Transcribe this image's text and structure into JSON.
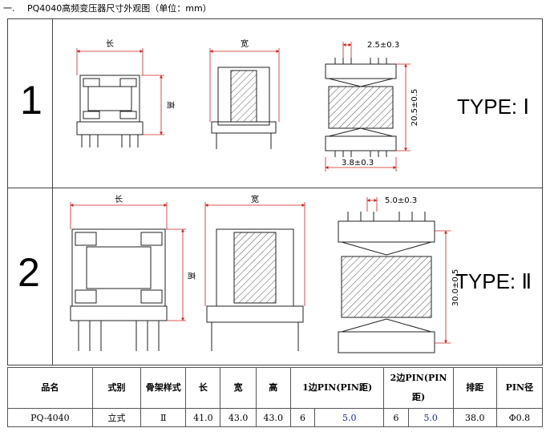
{
  "heading": {
    "number": "一.",
    "title": "PQ4040高频变压器尺寸外观图（单位：mm）"
  },
  "rows": [
    {
      "index": "1",
      "type_label": "TYPE: Ⅰ",
      "dims": {
        "length": "长",
        "width": "宽",
        "height": "高",
        "pin_pitch": "2.5±0.3",
        "core_height": "20.5±0.5",
        "row_pitch": "3.8±0.3"
      }
    },
    {
      "index": "2",
      "type_label": "TYPE: Ⅱ",
      "dims": {
        "length": "长",
        "width": "宽",
        "height": "高",
        "pin_pitch": "5.0±0.3",
        "core_height": "30.0±0.5"
      }
    }
  ],
  "table": {
    "headers": [
      "品名",
      "式别",
      "骨架样式",
      "长",
      "宽",
      "高",
      "1边PIN(PIN距)",
      "2边PIN(PIN距)",
      "排距",
      "PIN径"
    ],
    "row": {
      "name": "PQ-4040",
      "style": "立式",
      "bobbin": "Ⅱ",
      "length": "41.0",
      "width": "43.0",
      "height": "43.0",
      "side1_count": "6",
      "side1_pitch": "5.0",
      "side2_count": "6",
      "side2_pitch": "5.0",
      "row_spacing": "38.0",
      "pin_diameter": "Φ0.8"
    }
  },
  "colors": {
    "dim_line": "#cc2222",
    "line": "#222222",
    "value_blue": "#1a2a8a"
  }
}
